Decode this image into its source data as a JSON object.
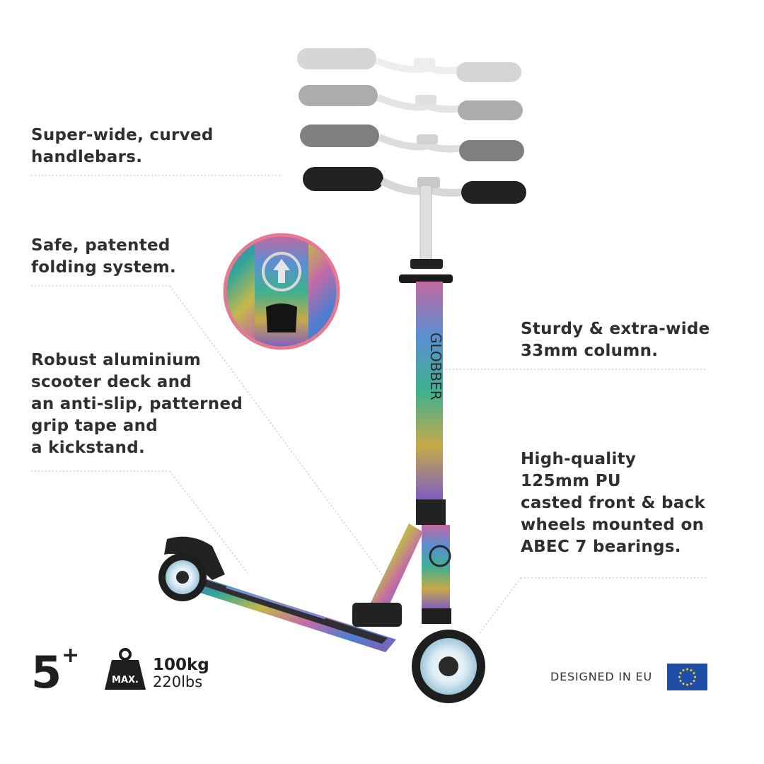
{
  "features": {
    "handlebars": [
      "Super-wide, curved",
      "handlebars."
    ],
    "folding": [
      "Safe, patented",
      "folding system."
    ],
    "deck": [
      "Robust aluminium",
      "scooter deck and",
      "an anti-slip, patterned",
      "grip tape and",
      "a kickstand."
    ],
    "column": [
      "Sturdy & extra-wide",
      "33mm column."
    ],
    "wheels": [
      "High-quality",
      "125mm PU",
      "casted front & back",
      "wheels mounted on",
      "ABEC 7 bearings."
    ]
  },
  "age": {
    "value": "5",
    "sup": "+"
  },
  "weight": {
    "badge": "MAX.",
    "kg": "100kg",
    "lbs": "220lbs"
  },
  "eu": {
    "label": "DESIGNED IN EU"
  },
  "colors": {
    "text": "#2f2f2f",
    "eu_blue": "#1f4ea8",
    "eu_star": "#f7d117",
    "ring": "#e47a92",
    "grip": "#2a2a2a"
  },
  "icons": {
    "weight": "weight-icon",
    "flag": "eu-flag-icon"
  }
}
